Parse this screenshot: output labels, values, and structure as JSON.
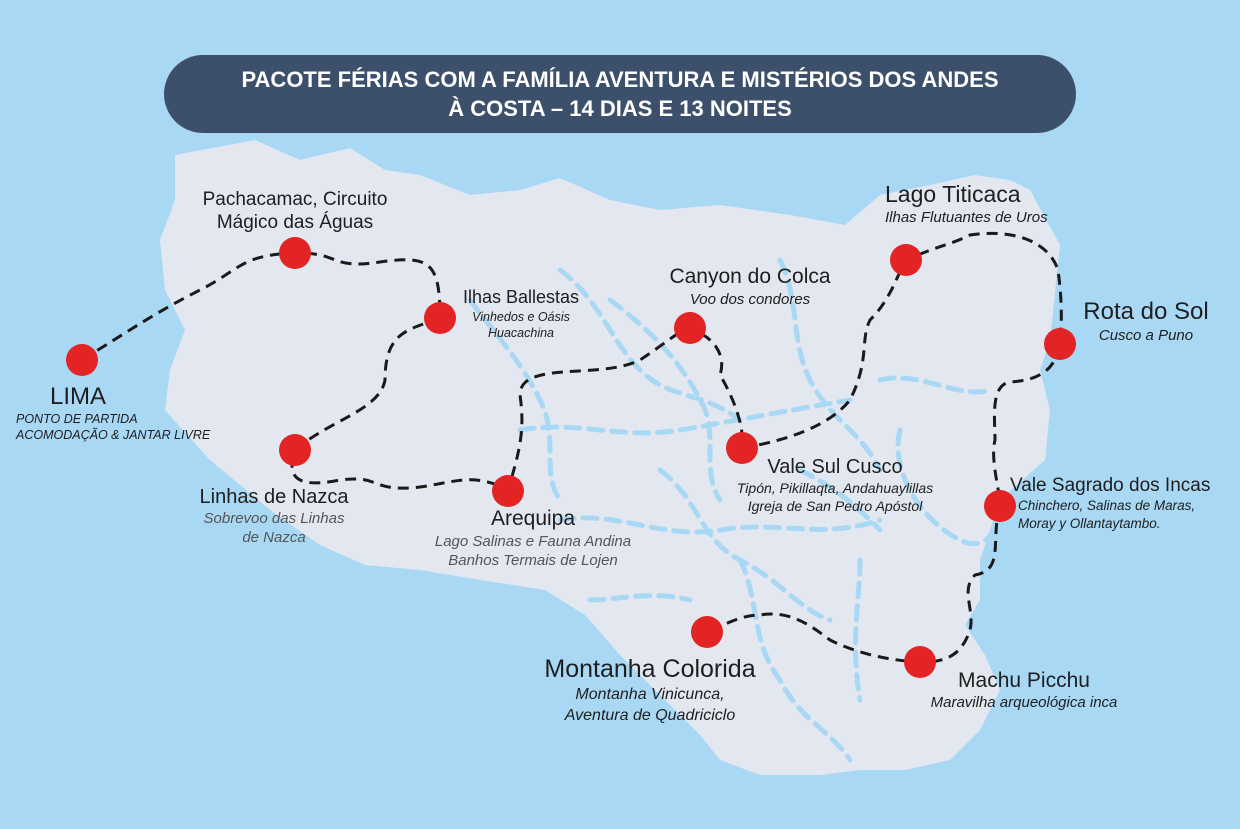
{
  "title": {
    "line1": "PACOTE FÉRIAS COM A FAMÍLIA AVENTURA E MISTÉRIOS DOS ANDES",
    "line2": "À COSTA – 14 DIAS E 13 NOITES"
  },
  "colors": {
    "sea": "#a9d8f5",
    "land": "#e2e7f0",
    "river": "#a9d8f5",
    "title_bg": "#3c4f6b",
    "title_text": "#ffffff",
    "marker": "#e32424",
    "route": "#1a1a1a"
  },
  "stops": {
    "lima": {
      "name": "LIMA",
      "sub1": "PONTO DE PARTIDA",
      "sub2": "ACOMODAÇÃO & JANTAR LIVRE"
    },
    "pachacamac": {
      "name1": "Pachacamac, Circuito",
      "name2": "Mágico das Águas"
    },
    "ballestas": {
      "name": "Ilhas Ballestas",
      "sub1": "Vinhedos e Oásis",
      "sub2": "Huacachina"
    },
    "nazca": {
      "name": "Linhas de Nazca",
      "sub1": "Sobrevoo das Linhas",
      "sub2": "de Nazca"
    },
    "arequipa": {
      "name": "Arequipa",
      "sub1": "Lago Salinas e Fauna Andina",
      "sub2": "Banhos Termais de Lojen"
    },
    "colca": {
      "name": "Canyon do Colca",
      "sub": "Voo dos condores"
    },
    "cusco_sul": {
      "name": "Vale Sul Cusco",
      "sub1": "Tipón, Pikillaqta, Andahuaylillas",
      "sub2": "Igreja de San Pedro Apóstol"
    },
    "titicaca": {
      "name": "Lago Titicaca",
      "sub": "Ilhas Flutuantes de Uros"
    },
    "rota_sol": {
      "name": "Rota do Sol",
      "sub": "Cusco a Puno"
    },
    "sagrado": {
      "name": "Vale Sagrado dos Incas",
      "sub1": "Chinchero, Salinas de Maras,",
      "sub2": "Moray y Ollantaytambo."
    },
    "machu": {
      "name": "Machu Picchu",
      "sub": "Maravilha arqueológica inca"
    },
    "colorida": {
      "name": "Montanha Colorida",
      "sub1": "Montanha Vinicunca,",
      "sub2": "Aventura de Quadriciclo"
    }
  }
}
